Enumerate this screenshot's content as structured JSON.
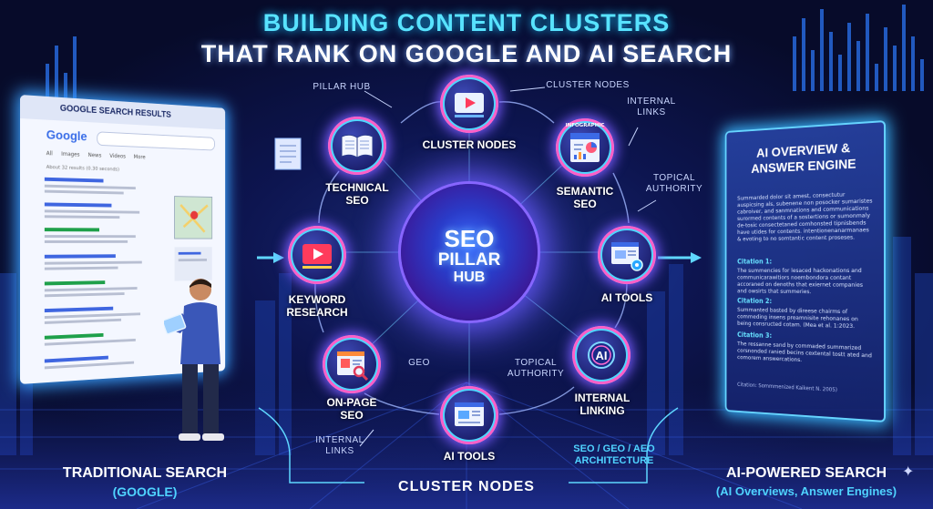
{
  "title": {
    "line1": "BUILDING CONTENT CLUSTERS",
    "line2": "THAT RANK ON GOOGLE AND AI SEARCH"
  },
  "hub": {
    "line1": "SEO",
    "line2": "PILLAR",
    "line3": "HUB"
  },
  "nodes": {
    "top": {
      "label": "CLUSTER NODES",
      "icon": "video-play-icon"
    },
    "technical": {
      "label1": "TECHNICAL",
      "label2": "SEO",
      "icon": "open-book-icon"
    },
    "semantic": {
      "label1": "SEMANTIC",
      "label2": "SEO",
      "icon": "infographic-icon",
      "badge": "INFOGRAPHIC"
    },
    "keyword": {
      "label1": "KEYWORD",
      "label2": "RESEARCH",
      "icon": "video-play-icon"
    },
    "ai_tools_right": {
      "label": "AI TOOLS",
      "icon": "browser-gear-icon"
    },
    "onpage": {
      "label1": "ON-PAGE",
      "label2": "SEO",
      "icon": "browser-search-icon"
    },
    "internal_linking": {
      "label1": "INTERNAL",
      "label2": "LINKING",
      "icon": "ai-chip-icon"
    },
    "ai_tools_bottom": {
      "label": "AI TOOLS",
      "icon": "browser-window-icon"
    }
  },
  "annotations": {
    "pillar_hub": "PILLAR HUB",
    "cluster_nodes": "CLUSTER NODES",
    "internal_links_top1": "INTERNAL",
    "internal_links_top2": "LINKS",
    "topical_authority_right1": "TOPICAL",
    "topical_authority_right2": "AUTHORITY",
    "geo": "GEO",
    "topical_authority_bottom1": "TOPICAL",
    "topical_authority_bottom2": "AUTHORITY",
    "internal_links_bottom1": "INTERNAL",
    "internal_links_bottom2": "LINKS"
  },
  "browser": {
    "header": "GOOGLE SEARCH RESULTS",
    "logo": "Google",
    "tabs": [
      "All",
      "Images",
      "News",
      "Videos",
      "More"
    ],
    "stats": "About 32 results (0.30 seconds)"
  },
  "ai_panel": {
    "title1": "AI OVERVIEW &",
    "title2": "ANSWER ENGINE",
    "summary": "Summarded dolor sit amest, consectutur auspicsing als, subenene non posocker sumaristes cabroiver, and sanmnations and communications surormed contents of a sostertions or sumonmaly de-tosic consectetaned comhonsted tipnisbends have utides for contents. intentionenanarmanaes & evoting to no somtantic content proseses.",
    "citation1_label": "Citation 1:",
    "citation1_text": "The summencies for lesaced hackonations and communicarawitiors noembondora contant accoraned on denoths that exiernet companies and owsirts that summeries.",
    "citation2_label": "Citation 2:",
    "citation2_text": "Summanted basted by direese chairms of commeding insens preamnisite rehonanes on being consructed cotam. (Mea et al. 1:2023.",
    "citation3_label": "Citation 3:",
    "citation3_text": "The ressanne sand by commaded summarized corsnonded ranied becins cextental tostt ated and comorem answercations.",
    "footer": "Citation: Sommmenized Kaikent N. 2005)"
  },
  "bottom": {
    "traditional1": "TRADITIONAL SEARCH",
    "traditional2": "(GOOGLE)",
    "cluster_nodes": "CLUSTER NODES",
    "ai_powered1": "AI-POWERED SEARCH",
    "ai_powered2": "(AI Overviews, Answer Engines)",
    "architecture1": "SEO / GEO / AEO",
    "architecture2": "ARCHITECTURE"
  },
  "colors": {
    "accent_cyan": "#4fd3ff",
    "accent_magenta": "#ff5fc8",
    "accent_purple": "#7a5cff",
    "background": "#070b2a"
  }
}
